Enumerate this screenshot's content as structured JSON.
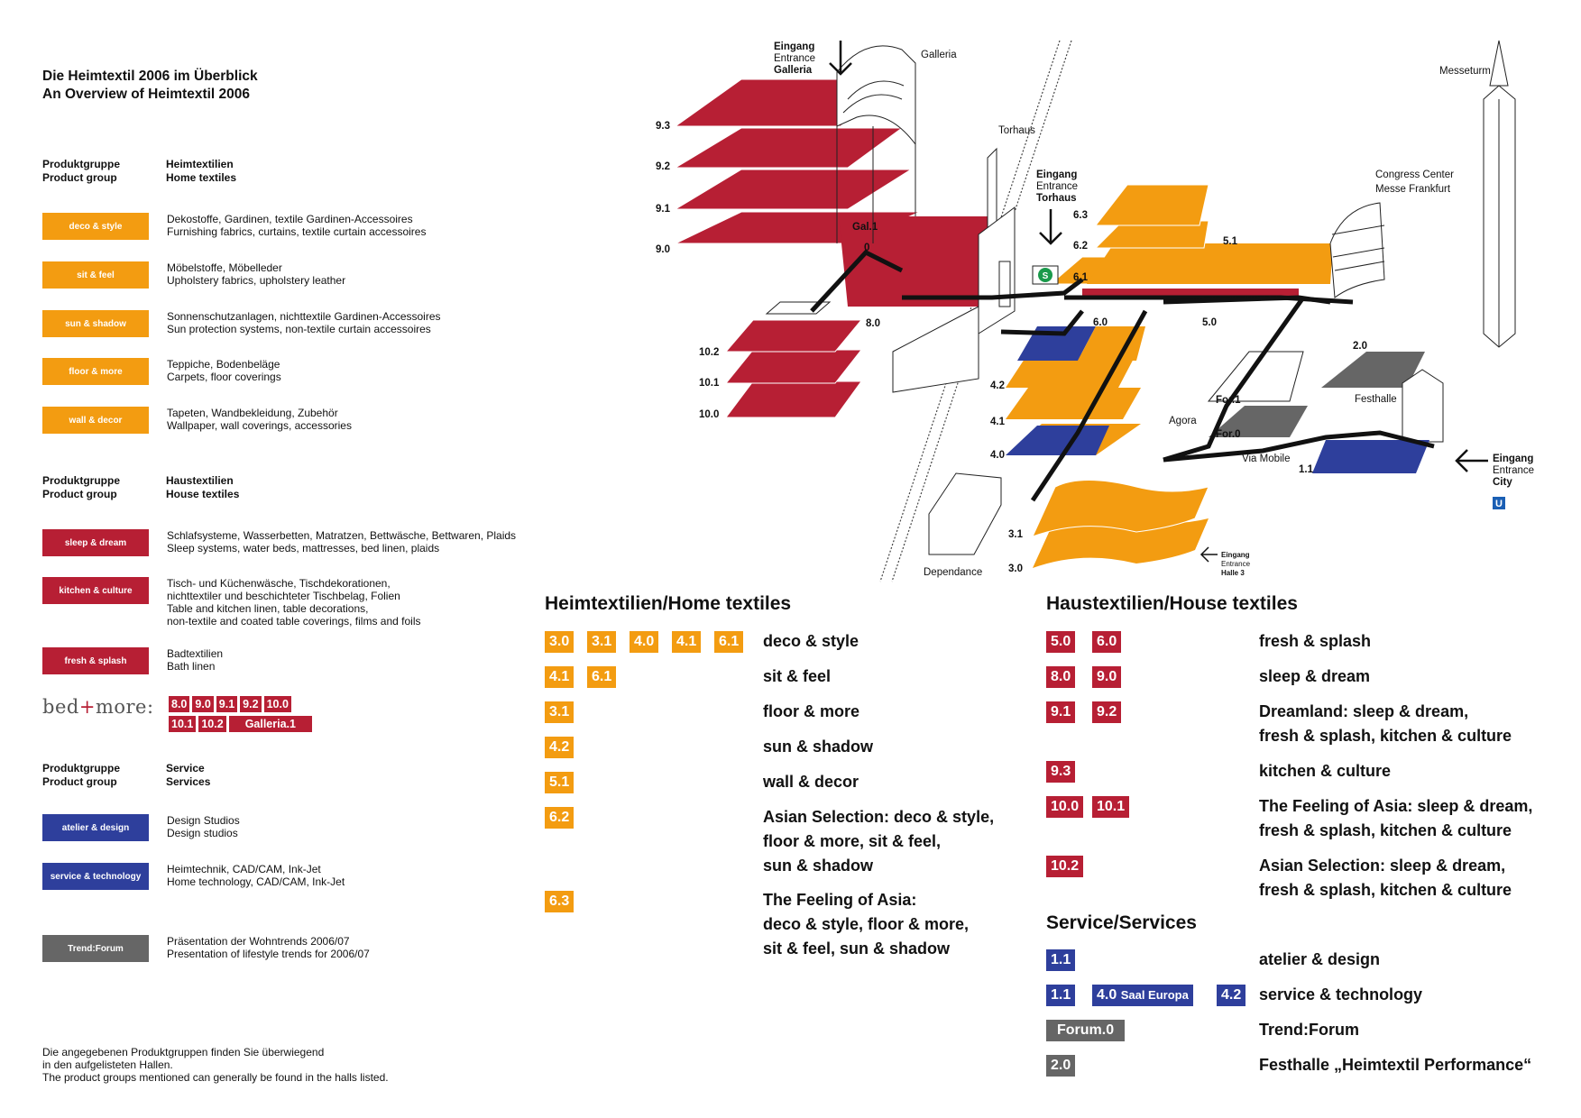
{
  "title": {
    "de": "Die Heimtextil 2006 im Überblick",
    "en": "An Overview of Heimtextil 2006"
  },
  "legend": {
    "group_heimtextilien": {
      "label_de": "Produktgruppe",
      "label_en": "Product group",
      "name_de": "Heimtextilien",
      "name_en": "Home textiles"
    },
    "group_haustextilien": {
      "label_de": "Produktgruppe",
      "label_en": "Product group",
      "name_de": "Haustextilien",
      "name_en": "House textiles"
    },
    "group_service": {
      "label_de": "Produktgruppe",
      "label_en": "Product group",
      "name_de": "Service",
      "name_en": "Services"
    },
    "items": [
      {
        "tag": "deco & style",
        "de": "Dekostoffe, Gardinen, textile Gardinen-Accessoires",
        "en": "Furnishing fabrics, curtains, textile curtain accessoires"
      },
      {
        "tag": "sit & feel",
        "de": "Möbelstoffe, Möbelleder",
        "en": "Upholstery fabrics, upholstery leather"
      },
      {
        "tag": "sun & shadow",
        "de": "Sonnenschutzanlagen, nichttextile Gardinen-Accessoires",
        "en": "Sun protection systems, non-textile curtain accessoires"
      },
      {
        "tag": "floor & more",
        "de": "Teppiche, Bodenbeläge",
        "en": "Carpets, floor coverings"
      },
      {
        "tag": "wall & decor",
        "de": "Tapeten, Wandbekleidung, Zubehör",
        "en": "Wallpaper, wall coverings, accessories"
      },
      {
        "tag": "sleep & dream",
        "de": "Schlafsysteme, Wasserbetten, Matratzen, Bettwäsche, Bettwaren, Plaids",
        "en": "Sleep systems, water beds, mattresses, bed linen, plaids"
      },
      {
        "tag": "kitchen & culture",
        "de1": "Tisch- und Küchenwäsche, Tischdekorationen,",
        "de2": "nichttextiler und beschichteter Tischbelag, Folien",
        "en1": "Table and kitchen linen, table decorations,",
        "en2": "non-textile and coated table coverings, films and foils"
      },
      {
        "tag": "fresh & splash",
        "de": "Badtextilien",
        "en": "Bath linen"
      },
      {
        "tag": "atelier & design",
        "de": "Design Studios",
        "en": "Design studios"
      },
      {
        "tag": "service & technology",
        "de": "Heimtechnik, CAD/CAM, Ink-Jet",
        "en": "Home technology, CAD/CAM, Ink-Jet"
      },
      {
        "tag": "Trend:Forum",
        "de": "Präsentation der Wohntrends 2006/07",
        "en": "Presentation of lifestyle trends for 2006/07"
      }
    ],
    "bedmore": {
      "logo_a": "bed",
      "logo_plus": "+",
      "logo_b": "more:",
      "row1": [
        "8.0",
        "9.0",
        "9.1",
        "9.2",
        "10.0"
      ],
      "row2": [
        "10.1",
        "10.2",
        "Galleria.1"
      ]
    }
  },
  "footnote": [
    "Die angegebenen Produktgruppen finden Sie überwiegend",
    "in den aufgelisteten Hallen.",
    "The product groups mentioned can generally be found in the halls listed."
  ],
  "home_textiles": {
    "title": "Heimtextilien/Home textiles",
    "rows": [
      {
        "halls": [
          "3.0",
          "3.1",
          "4.0",
          "4.1",
          "6.1"
        ],
        "label": [
          "deco & style"
        ]
      },
      {
        "halls": [
          "4.1",
          "6.1"
        ],
        "label": [
          "sit & feel"
        ]
      },
      {
        "halls": [
          "3.1"
        ],
        "label": [
          "floor & more"
        ]
      },
      {
        "halls": [
          "4.2"
        ],
        "label": [
          "sun & shadow"
        ]
      },
      {
        "halls": [
          "5.1"
        ],
        "label": [
          "wall & decor"
        ]
      },
      {
        "halls": [
          "6.2"
        ],
        "label": [
          "Asian Selection: deco & style,",
          "floor & more, sit & feel,",
          "sun & shadow"
        ]
      },
      {
        "halls": [
          "6.3"
        ],
        "label": [
          "The Feeling of Asia:",
          "deco & style, floor & more,",
          "sit & feel, sun & shadow"
        ]
      }
    ]
  },
  "house_textiles": {
    "title": "Haustextilien/House textiles",
    "rows": [
      {
        "halls": [
          "5.0",
          "6.0"
        ],
        "label": [
          "fresh & splash"
        ]
      },
      {
        "halls": [
          "8.0",
          "9.0"
        ],
        "label": [
          "sleep & dream"
        ]
      },
      {
        "halls": [
          "9.1",
          "9.2"
        ],
        "label": [
          "Dreamland: sleep & dream,",
          "fresh & splash, kitchen & culture"
        ]
      },
      {
        "halls": [
          "9.3"
        ],
        "label": [
          "kitchen & culture"
        ]
      },
      {
        "halls": [
          "10.0",
          "10.1"
        ],
        "label": [
          "The Feeling of Asia: sleep & dream,",
          "fresh & splash, kitchen & culture"
        ]
      },
      {
        "halls": [
          "10.2"
        ],
        "label": [
          "Asian Selection: sleep & dream,",
          "fresh & splash, kitchen & culture"
        ]
      }
    ]
  },
  "services": {
    "title": "Service/Services",
    "rows": [
      {
        "halls": [
          "1.1"
        ],
        "label": "atelier & design"
      },
      {
        "halls": [
          "1.1",
          "4.0",
          "4.2"
        ],
        "saal": "Saal Europa",
        "label": "service & technology"
      },
      {
        "halls": [
          "Forum.0"
        ],
        "label": "Trend:Forum"
      },
      {
        "halls": [
          "2.0"
        ],
        "label": "Festhalle „Heimtextil Performance“"
      }
    ]
  },
  "map": {
    "places": {
      "galleria": "Galleria",
      "torhaus": "Torhaus",
      "messeturm": "Messeturm",
      "congress1": "Congress Center",
      "congress2": "Messe Frankfurt",
      "festhalle": "Festhalle",
      "agora": "Agora",
      "via_mobile": "Via Mobile",
      "dependance": "Dependance"
    },
    "entrances": {
      "galleria": [
        "Eingang",
        "Entrance",
        "Galleria"
      ],
      "torhaus": [
        "Eingang",
        "Entrance",
        "Torhaus"
      ],
      "city": [
        "Eingang",
        "Entrance",
        "City"
      ],
      "halle3": [
        "Eingang",
        "Entrance",
        "Halle 3"
      ]
    },
    "hall_labels": [
      "9.3",
      "9.2",
      "9.1",
      "9.0",
      "Gal.1",
      "0",
      "10.2",
      "10.1",
      "10.0",
      "8.0",
      "6.3",
      "6.2",
      "6.1",
      "6.0",
      "5.1",
      "5.0",
      "4.2",
      "4.1",
      "4.0",
      "3.1",
      "3.0",
      "2.0",
      "1.1",
      "For.1",
      "For.0"
    ],
    "sbahn": "S",
    "ubahn": "U"
  },
  "colors": {
    "orange": "#f39c11",
    "red": "#b71f34",
    "blue": "#2e3f9c",
    "grey": "#666666"
  }
}
